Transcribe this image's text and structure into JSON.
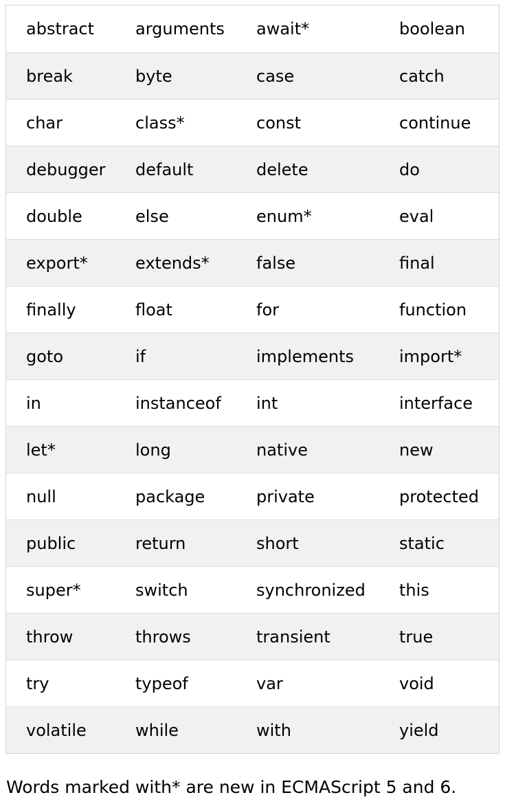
{
  "table": {
    "rows": [
      [
        "abstract",
        "arguments",
        "await*",
        "boolean"
      ],
      [
        "break",
        "byte",
        "case",
        "catch"
      ],
      [
        "char",
        "class*",
        "const",
        "continue"
      ],
      [
        "debugger",
        "default",
        "delete",
        "do"
      ],
      [
        "double",
        "else",
        "enum*",
        "eval"
      ],
      [
        "export*",
        "extends*",
        "false",
        "final"
      ],
      [
        "finally",
        "float",
        "for",
        "function"
      ],
      [
        "goto",
        "if",
        "implements",
        "import*"
      ],
      [
        "in",
        "instanceof",
        "int",
        "interface"
      ],
      [
        "let*",
        "long",
        "native",
        "new"
      ],
      [
        "null",
        "package",
        "private",
        "protected"
      ],
      [
        "public",
        "return",
        "short",
        "static"
      ],
      [
        "super*",
        "switch",
        "synchronized",
        "this"
      ],
      [
        "throw",
        "throws",
        "transient",
        "true"
      ],
      [
        "try",
        "typeof",
        "var",
        "void"
      ],
      [
        "volatile",
        "while",
        "with",
        "yield"
      ]
    ]
  },
  "note": "Words marked with* are new in ECMAScript 5 and 6.",
  "colors": {
    "row_shade": "#f1f1f1",
    "border": "#dddddd",
    "text": "#000000"
  }
}
